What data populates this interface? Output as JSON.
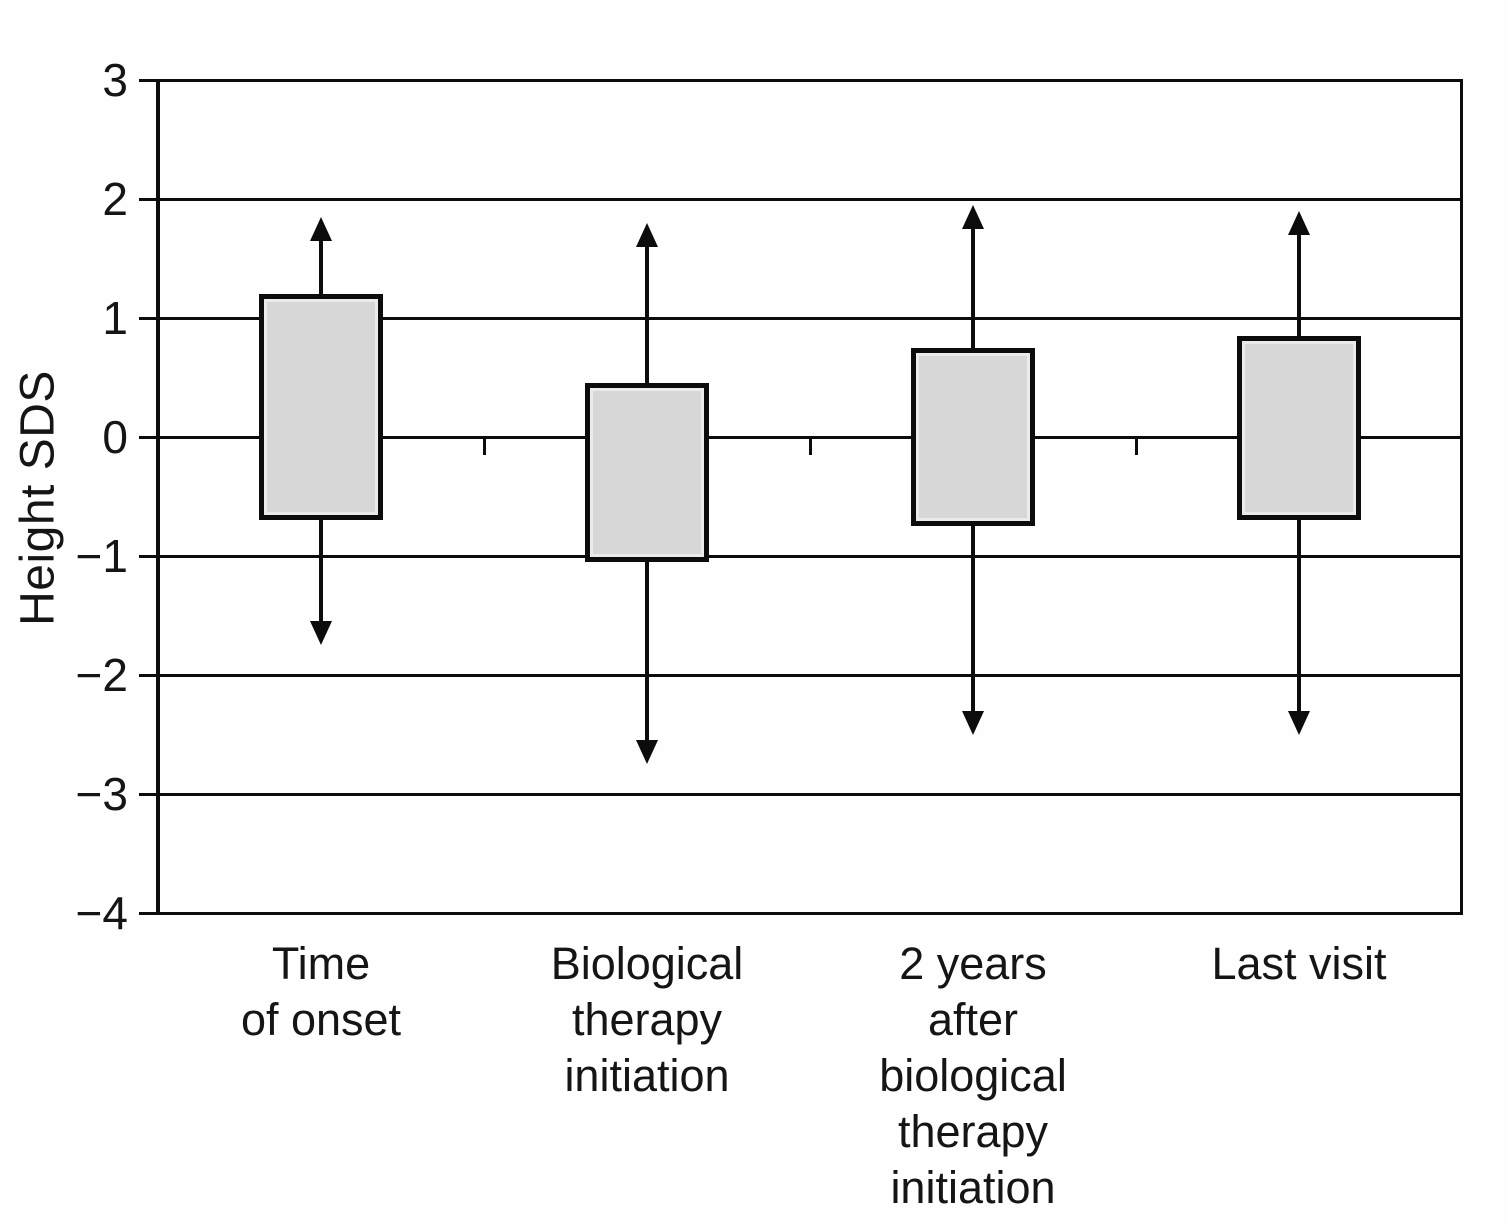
{
  "chart_data": {
    "type": "bar",
    "subtype": "floating-range-boxes-with-arrow-whiskers",
    "title": "",
    "xlabel": "",
    "ylabel": "Height SDS",
    "ylim": [
      -4,
      3
    ],
    "grid": "horizontal-major",
    "legend_position": "none",
    "yticks": [
      {
        "value": 3,
        "label": "3"
      },
      {
        "value": 2,
        "label": "2"
      },
      {
        "value": 1,
        "label": "1"
      },
      {
        "value": 0,
        "label": "0"
      },
      {
        "value": -1,
        "label": "−1"
      },
      {
        "value": -2,
        "label": "−2"
      },
      {
        "value": -3,
        "label": "−3"
      },
      {
        "value": -4,
        "label": "−4"
      }
    ],
    "x_axis_crosses_at": 0,
    "categories": [
      "Time\nof onset",
      "Biological\ntherapy\ninitiation",
      "2 years\nafter\nbiological\ntherapy\ninitiation",
      "Last visit"
    ],
    "series": [
      {
        "category": "Time of onset",
        "box_low": -0.7,
        "box_high": 1.2,
        "whisker_low": -1.75,
        "whisker_high": 1.85
      },
      {
        "category": "Biological therapy initiation",
        "box_low": -1.05,
        "box_high": 0.45,
        "whisker_low": -2.75,
        "whisker_high": 1.8
      },
      {
        "category": "2 years after biological therapy initiation",
        "box_low": -0.75,
        "box_high": 0.75,
        "whisker_low": -2.5,
        "whisker_high": 1.95
      },
      {
        "category": "Last visit",
        "box_low": -0.7,
        "box_high": 0.85,
        "whisker_low": -2.5,
        "whisker_high": 1.9
      }
    ],
    "colors": {
      "line": "#0c0c0c",
      "box_fill": "#d7d7d7",
      "background": "#fefefe"
    }
  }
}
